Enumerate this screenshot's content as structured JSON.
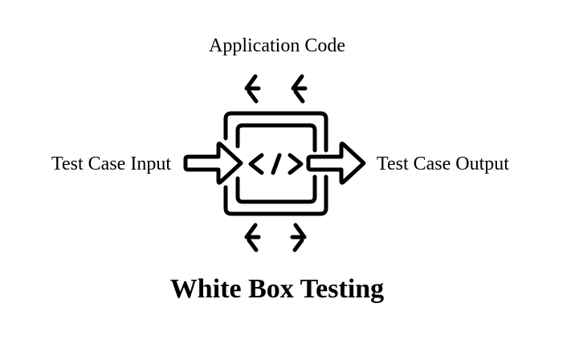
{
  "diagram": {
    "top_label": "Application Code",
    "input_label": "Test Case Input",
    "output_label": "Test Case Output",
    "title": "White Box Testing",
    "center_icon": "code-box-icon",
    "stroke_color": "#000000"
  }
}
